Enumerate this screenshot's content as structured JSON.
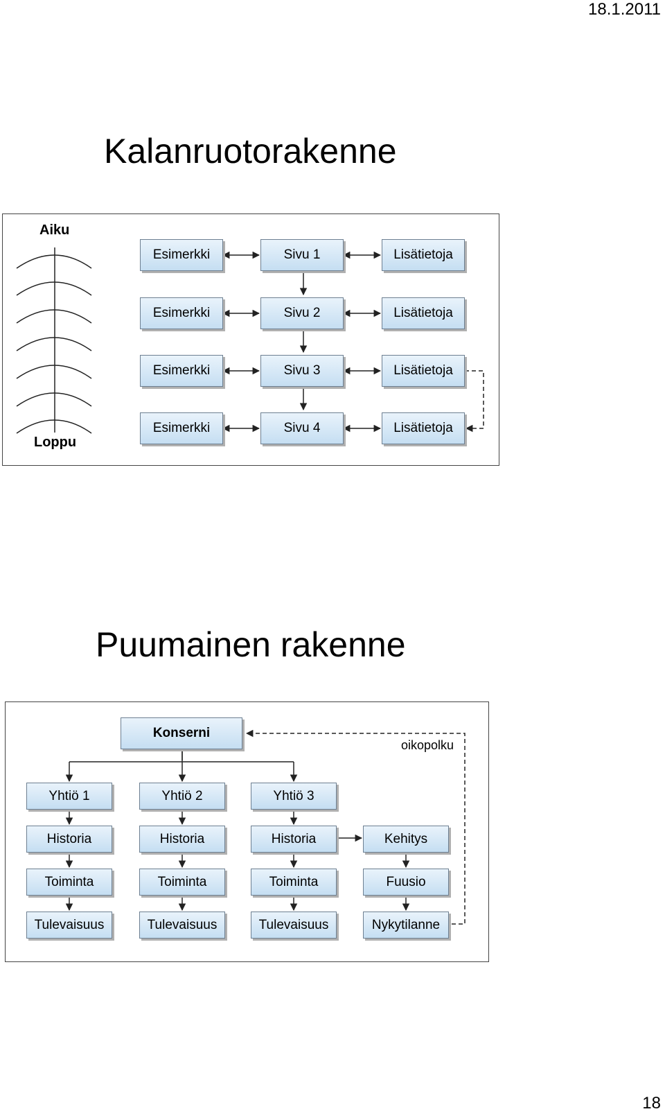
{
  "header": {
    "date": "18.1.2011"
  },
  "sections": [
    {
      "title": "Kalanruotorakenne"
    },
    {
      "title": "Puumainen rakenne"
    }
  ],
  "fishbone": {
    "start_label": "Aiku",
    "end_label": "Loppu",
    "rows": [
      {
        "left": "Esimerkki",
        "center": "Sivu 1",
        "right": "Lisätietoja"
      },
      {
        "left": "Esimerkki",
        "center": "Sivu 2",
        "right": "Lisätietoja"
      },
      {
        "left": "Esimerkki",
        "center": "Sivu 3",
        "right": "Lisätietoja"
      },
      {
        "left": "Esimerkki",
        "center": "Sivu 4",
        "right": "Lisätietoja"
      }
    ]
  },
  "tree": {
    "root": "Konserni",
    "shortcut_label": "oikopolku",
    "columns": [
      {
        "items": [
          "Yhtiö 1",
          "Historia",
          "Toiminta",
          "Tulevaisuus"
        ]
      },
      {
        "items": [
          "Yhtiö 2",
          "Historia",
          "Toiminta",
          "Tulevaisuus"
        ]
      },
      {
        "items": [
          "Yhtiö 3",
          "Historia",
          "Toiminta",
          "Tulevaisuus"
        ]
      },
      {
        "items": [
          "",
          "Kehitys",
          "Fuusio",
          "Nykytilanne"
        ]
      }
    ]
  },
  "footer": {
    "page_number": "18"
  }
}
